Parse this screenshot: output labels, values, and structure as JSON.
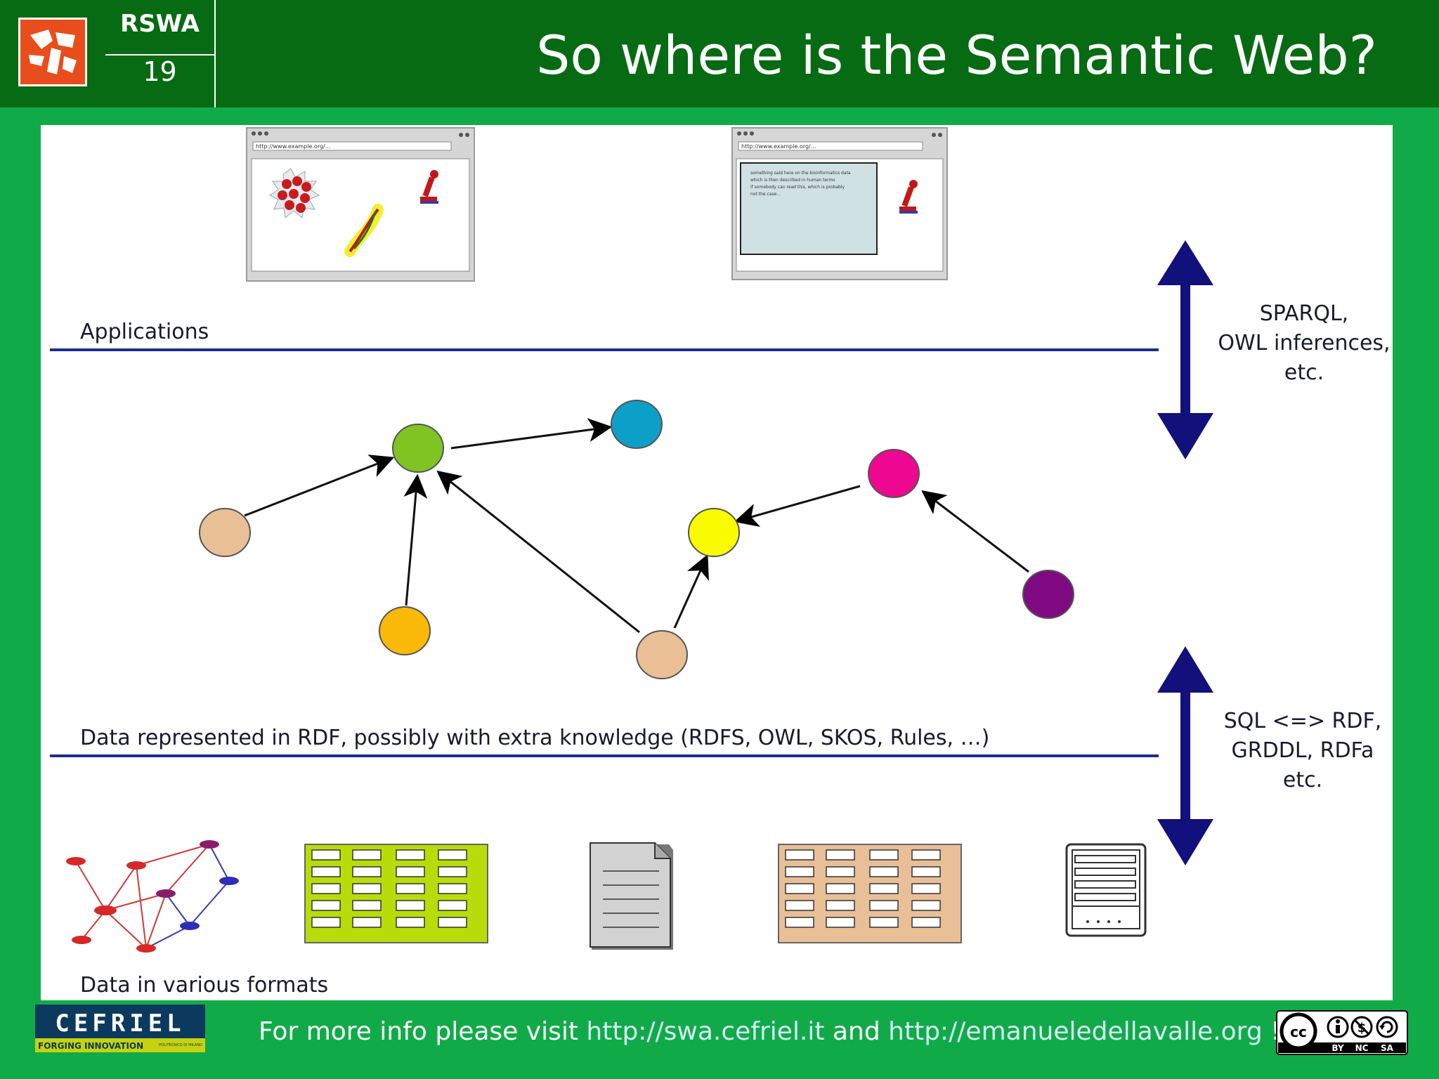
{
  "header": {
    "course": "RSWA",
    "slide_number": "19",
    "title": "So where is the Semantic Web?"
  },
  "browsers": [
    {
      "url": "http://www.example.org/..."
    },
    {
      "url": "http://www.example.org/...",
      "body_text": [
        "something said here on the bioinformatics data",
        "which is then described in human terms",
        "if somebody can read this, which is probably",
        "not the case..."
      ]
    }
  ],
  "layers": {
    "applications": "Applications",
    "data_rdf": "Data represented in RDF, possibly with extra knowledge (RDFS, OWL, SKOS, Rules, …)",
    "data_formats": "Data in various formats"
  },
  "arrows": {
    "top": [
      "SPARQL,",
      "OWL inferences,",
      "etc."
    ],
    "bottom": [
      "SQL <=> RDF,",
      "GRDDL, RDFa",
      "etc."
    ]
  },
  "colors": {
    "header_bg": "#066b12",
    "slide_bg": "#10ab48",
    "layer_line": "#1d2e8a",
    "arrow": "#12107a"
  },
  "footer": {
    "prefix": "For more info please visit ",
    "link1": "http://swa.cefriel.it",
    "mid": " and ",
    "link2": "http://emanueledellavalle.org",
    "suffix": " !",
    "logo_text": "CEFRIEL",
    "logo_tagline": "FORGING INNOVATION",
    "logo_small": "POLITECNICO DI MILANO",
    "license": [
      "BY",
      "NC",
      "SA"
    ]
  }
}
